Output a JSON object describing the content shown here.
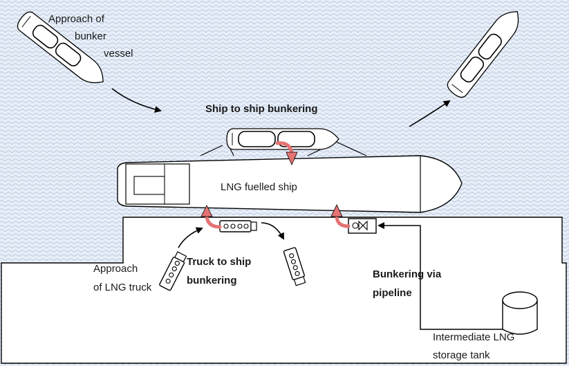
{
  "labels": {
    "approach_bunker_line1": "Approach of",
    "approach_bunker_line2": "bunker",
    "approach_bunker_line3": "vessel",
    "ship_to_ship": "Ship to ship  bunkering",
    "lng_fuelled_ship": "LNG fuelled ship",
    "approach_truck_line1": "Approach",
    "approach_truck_line2": "of LNG truck",
    "truck_to_ship_line1": "Truck to ship",
    "truck_to_ship_line2": "bunkering",
    "pipeline_line1": "Bunkering via",
    "pipeline_line2": "pipeline",
    "storage_line1": "Intermediate LNG",
    "storage_line2": "storage tank"
  },
  "colors": {
    "water": "#e7eef8",
    "wave_lines": "#b3c3d8",
    "transfer_arrow": "#e57373",
    "outline": "#000000"
  }
}
